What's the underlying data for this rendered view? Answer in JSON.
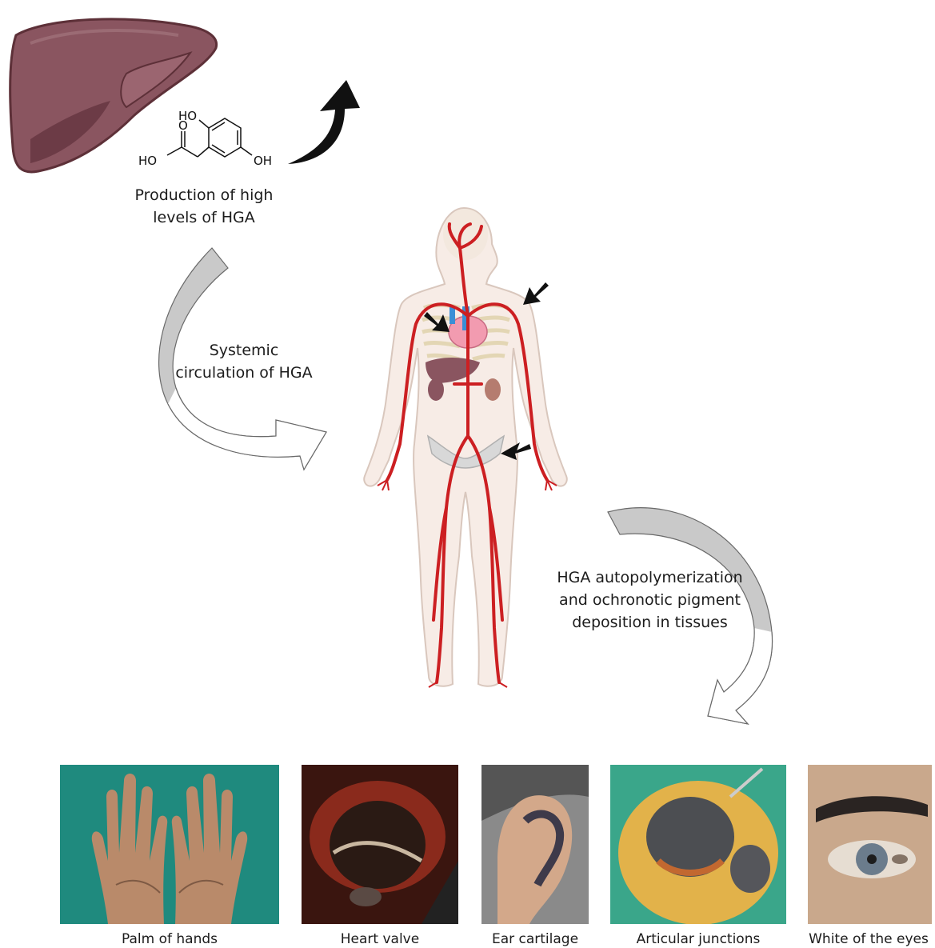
{
  "molecule": {
    "atoms": {
      "ho_top": "HO",
      "oxygen": "O",
      "ho_left": "HO",
      "oh_right": "OH"
    }
  },
  "steps": {
    "production": {
      "line1": "Production of high",
      "line2": "levels of HGA"
    },
    "circulation": {
      "line1": "Systemic",
      "line2": "circulation of HGA"
    },
    "deposition": {
      "line1": "HGA autopolymerization",
      "line2": "and ochronotic pigment",
      "line3": "deposition in tissues"
    }
  },
  "tissues": [
    {
      "label": "Palm of hands"
    },
    {
      "label": "Heart valve"
    },
    {
      "label": "Ear cartilage"
    },
    {
      "label": "Articular junctions"
    },
    {
      "label": "White of the eyes"
    }
  ],
  "colors": {
    "liver": "#8a5560",
    "artery": "#cc1f22",
    "body": "#f7ece6",
    "arrow_gray": "#c9c9c9",
    "black_arrow": "#111111"
  }
}
